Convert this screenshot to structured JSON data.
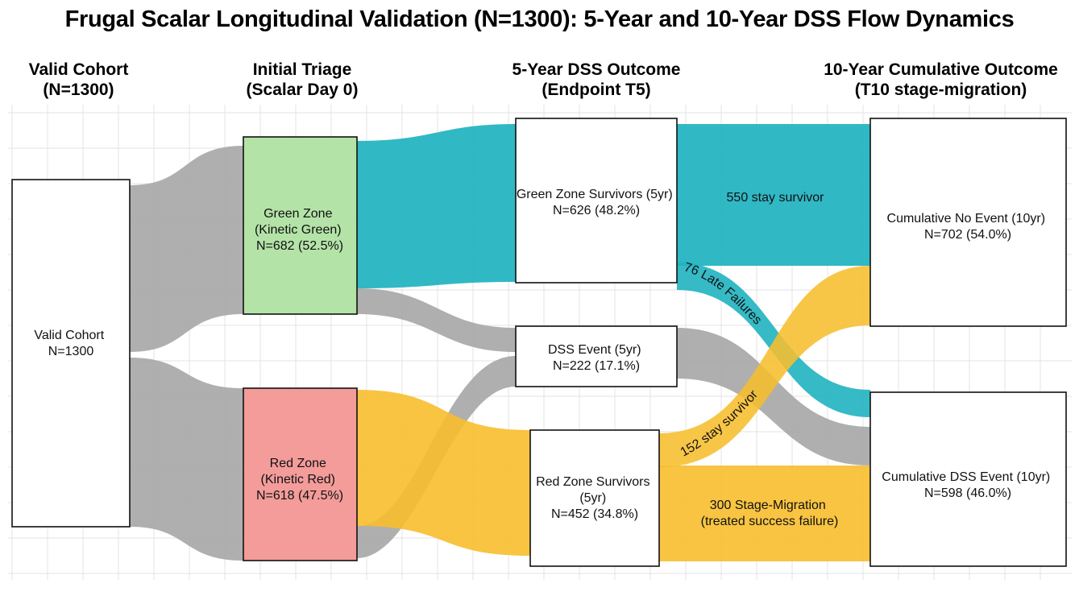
{
  "title": "Frugal Scalar Longitudinal Validation (N=1300): 5-Year and 10-Year DSS Flow Dynamics",
  "columns": [
    {
      "line1": "Valid Cohort",
      "line2": "(N=1300)"
    },
    {
      "line1": "Initial Triage",
      "line2": "(Scalar Day 0)"
    },
    {
      "line1": "5-Year DSS Outcome",
      "line2": "(Endpoint T5)"
    },
    {
      "line1": "10-Year Cumulative Outcome",
      "line2": "(T10 stage-migration)"
    }
  ],
  "nodes": {
    "cohort": {
      "lines": [
        "Valid Cohort",
        "N=1300"
      ]
    },
    "green_zone": {
      "lines": [
        "Green Zone",
        "(Kinetic Green)",
        "N=682 (52.5%)"
      ]
    },
    "red_zone": {
      "lines": [
        "Red Zone",
        "(Kinetic Red)",
        "N=618 (47.5%)"
      ]
    },
    "green_survivors": {
      "lines": [
        "Green Zone Survivors (5yr)",
        "N=626 (48.2%)"
      ]
    },
    "dss_event_5": {
      "lines": [
        "DSS Event (5yr)",
        "N=222 (17.1%)"
      ]
    },
    "red_survivors": {
      "lines": [
        "Red Zone Survivors",
        "(5yr)",
        "N=452 (34.8%)"
      ]
    },
    "no_event_10": {
      "lines": [
        "Cumulative No Event (10yr)",
        "N=702 (54.0%)"
      ]
    },
    "dss_event_10": {
      "lines": [
        "Cumulative DSS Event (10yr)",
        "N=598 (46.0%)"
      ]
    }
  },
  "flow_labels": {
    "stay_survivor_550": "550 stay survivor",
    "late_failures_76": "76 Late Failures",
    "stay_survivor_152": "152 stay survivor",
    "stage_migration": [
      "300 Stage-Migration",
      "(treated success failure)"
    ]
  },
  "colors": {
    "green_node": "#b4e3a8",
    "red_node": "#f39c9a",
    "teal_flow": "#1fb2c0",
    "yellow_flow": "#f7be2e",
    "gray_flow": "#a6a6a6",
    "grid": "#e3e3e3"
  }
}
